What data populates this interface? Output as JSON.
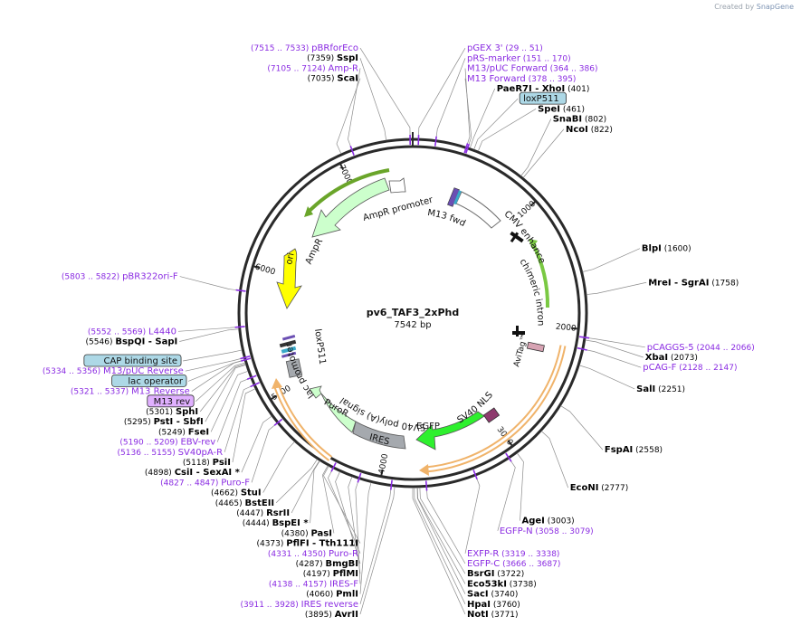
{
  "credit": {
    "prefix": "Created by",
    "brand": "SnapGene"
  },
  "plasmid": {
    "name": "pv6_TAF3_2xPhd",
    "length_label": "7542 bp",
    "length": 7542
  },
  "colors": {
    "enzyme": "#000000",
    "primer": "#8a2be2",
    "feature_box_fill": "#add8e6",
    "primer_box_fill": "#e0b0ff",
    "leader": "#8c8c8c",
    "backbone": "#2a2a2a"
  },
  "ticks": [
    {
      "bp": 1000,
      "label": "1000"
    },
    {
      "bp": 2000,
      "label": "2000"
    },
    {
      "bp": 3000,
      "label": "3000"
    },
    {
      "bp": 4000,
      "label": "4000"
    },
    {
      "bp": 5000,
      "label": "5000"
    },
    {
      "bp": 6000,
      "label": "6000"
    },
    {
      "bp": 7000,
      "label": "7000"
    }
  ],
  "labels": [
    {
      "name": "pBRforEco",
      "loc": "(7515 .. 7533)",
      "type": "primer",
      "bp": 7524
    },
    {
      "name": "SspI",
      "loc": "(7359)",
      "type": "enzyme",
      "bp": 7359
    },
    {
      "name": "Amp-R",
      "loc": "(7105 .. 7124)",
      "type": "primer",
      "bp": 7114
    },
    {
      "name": "ScaI",
      "loc": "(7035)",
      "type": "enzyme",
      "bp": 7035
    },
    {
      "name": "pGEX 3'",
      "loc": "(29 .. 51)",
      "type": "primer",
      "bp": 40
    },
    {
      "name": "pRS-marker",
      "loc": "(151 .. 170)",
      "type": "primer",
      "bp": 160
    },
    {
      "name": "M13/pUC Forward",
      "loc": "(364 .. 386)",
      "type": "primer",
      "bp": 375
    },
    {
      "name": "M13 Forward",
      "loc": "(378 .. 395)",
      "type": "primer",
      "bp": 386
    },
    {
      "name": "PaeR7I",
      "extra": "XhoI",
      "loc": "(401)",
      "type": "enzyme",
      "bp": 401
    },
    {
      "name": "loxP511",
      "loc": "",
      "type": "feature",
      "bp": 430
    },
    {
      "name": "SpeI",
      "loc": "(461)",
      "type": "enzyme",
      "bp": 461
    },
    {
      "name": "SnaBI",
      "loc": "(802)",
      "type": "enzyme",
      "bp": 802
    },
    {
      "name": "NcoI",
      "loc": "(822)",
      "type": "enzyme",
      "bp": 822
    },
    {
      "name": "BlpI",
      "loc": "(1600)",
      "type": "enzyme",
      "bp": 1600
    },
    {
      "name": "MreI",
      "extra": "SgrAI",
      "loc": "(1758)",
      "type": "enzyme",
      "bp": 1758
    },
    {
      "name": "pCAGGS-5",
      "loc": "(2044 .. 2066)",
      "type": "primer",
      "bp": 2055
    },
    {
      "name": "XbaI",
      "loc": "(2073)",
      "type": "enzyme",
      "bp": 2073
    },
    {
      "name": "pCAG-F",
      "loc": "(2128 .. 2147)",
      "type": "primer",
      "bp": 2137
    },
    {
      "name": "SalI",
      "loc": "(2251)",
      "type": "enzyme",
      "bp": 2251
    },
    {
      "name": "FspAI",
      "loc": "(2558)",
      "type": "enzyme",
      "bp": 2558
    },
    {
      "name": "EcoNI",
      "loc": "(2777)",
      "type": "enzyme",
      "bp": 2777
    },
    {
      "name": "AgeI",
      "loc": "(3003)",
      "type": "enzyme",
      "bp": 3003
    },
    {
      "name": "EGFP-N",
      "loc": "(3058 .. 3079)",
      "type": "primer",
      "bp": 3068
    },
    {
      "name": "EXFP-R",
      "loc": "(3319 .. 3338)",
      "type": "primer",
      "bp": 3328
    },
    {
      "name": "EGFP-C",
      "loc": "(3666 .. 3687)",
      "type": "primer",
      "bp": 3676
    },
    {
      "name": "BsrGI",
      "loc": "(3722)",
      "type": "enzyme",
      "bp": 3722
    },
    {
      "name": "Eco53kI",
      "loc": "(3738)",
      "type": "enzyme",
      "bp": 3738
    },
    {
      "name": "SacI",
      "loc": "(3740)",
      "type": "enzyme",
      "bp": 3740
    },
    {
      "name": "HpaI",
      "loc": "(3760)",
      "type": "enzyme",
      "bp": 3760
    },
    {
      "name": "NotI",
      "loc": "(3771)",
      "type": "enzyme",
      "bp": 3771
    },
    {
      "name": "AvrII",
      "loc": "(3895)",
      "type": "enzyme",
      "bp": 3895
    },
    {
      "name": "IRES reverse",
      "loc": "(3911 .. 3928)",
      "type": "primer",
      "bp": 3919
    },
    {
      "name": "PmlI",
      "loc": "(4060)",
      "type": "enzyme",
      "bp": 4060
    },
    {
      "name": "IRES-F",
      "loc": "(4138 .. 4157)",
      "type": "primer",
      "bp": 4147
    },
    {
      "name": "PflMI",
      "loc": "(4197)",
      "type": "enzyme",
      "bp": 4197
    },
    {
      "name": "BmgBI",
      "loc": "(4287)",
      "type": "enzyme",
      "bp": 4287
    },
    {
      "name": "Puro-R",
      "loc": "(4331 .. 4350)",
      "type": "primer",
      "bp": 4340
    },
    {
      "name": "PflFI",
      "extra": "Tth111I",
      "loc": "(4373)",
      "type": "enzyme",
      "bp": 4373
    },
    {
      "name": "PasI",
      "loc": "(4380)",
      "type": "enzyme",
      "bp": 4380
    },
    {
      "name": "BspEI *",
      "loc": "(4444)",
      "type": "enzyme",
      "bp": 4444
    },
    {
      "name": "RsrII",
      "loc": "(4447)",
      "type": "enzyme",
      "bp": 4447
    },
    {
      "name": "BstEII",
      "loc": "(4465)",
      "type": "enzyme",
      "bp": 4465
    },
    {
      "name": "StuI",
      "loc": "(4662)",
      "type": "enzyme",
      "bp": 4662
    },
    {
      "name": "Puro-F",
      "loc": "(4827 .. 4847)",
      "type": "primer",
      "bp": 4837
    },
    {
      "name": "CsiI",
      "extra": "SexAI *",
      "loc": "(4898)",
      "type": "enzyme",
      "bp": 4898
    },
    {
      "name": "PsiI",
      "loc": "(5118)",
      "type": "enzyme",
      "bp": 5118
    },
    {
      "name": "SV40pA-R",
      "loc": "(5136 .. 5155)",
      "type": "primer",
      "bp": 5145
    },
    {
      "name": "EBV-rev",
      "loc": "(5190 .. 5209)",
      "type": "primer",
      "bp": 5199
    },
    {
      "name": "FseI",
      "loc": "(5249)",
      "type": "enzyme",
      "bp": 5249
    },
    {
      "name": "PstI",
      "extra": "SbfI",
      "loc": "(5295)",
      "type": "enzyme",
      "bp": 5295
    },
    {
      "name": "SphI",
      "loc": "(5301)",
      "type": "enzyme",
      "bp": 5301
    },
    {
      "name": "M13 rev",
      "loc": "",
      "type": "primerbox",
      "bp": 5310
    },
    {
      "name": "M13 Reverse",
      "loc": "(5321 .. 5337)",
      "type": "primer",
      "bp": 5329
    },
    {
      "name": "lac operator",
      "loc": "",
      "type": "feature",
      "bp": 5330
    },
    {
      "name": "M13/pUC Reverse",
      "loc": "(5334 .. 5356)",
      "type": "primer",
      "bp": 5345
    },
    {
      "name": "CAP binding site",
      "loc": "",
      "type": "feature",
      "bp": 5400
    },
    {
      "name": "BspQI",
      "extra": "SapI",
      "loc": "(5546)",
      "type": "enzyme",
      "bp": 5546
    },
    {
      "name": "L4440",
      "loc": "(5552 .. 5569)",
      "type": "primer",
      "bp": 5560
    },
    {
      "name": "pBR322ori-F",
      "loc": "(5803 .. 5822)",
      "type": "primer",
      "bp": 5812
    }
  ],
  "features": [
    {
      "name": "CMV enhancer"
    },
    {
      "name": "M13 fwd"
    },
    {
      "name": "chimeric intron"
    },
    {
      "name": "AviTag™"
    },
    {
      "name": "SV40 NLS"
    },
    {
      "name": "EGFP"
    },
    {
      "name": "IRES"
    },
    {
      "name": "PuroR"
    },
    {
      "name": "SV40 poly(A) signal"
    },
    {
      "name": "loxP511"
    },
    {
      "name": "lac promoter"
    },
    {
      "name": "ori"
    },
    {
      "name": "AmpR"
    },
    {
      "name": "AmpR promoter"
    }
  ]
}
